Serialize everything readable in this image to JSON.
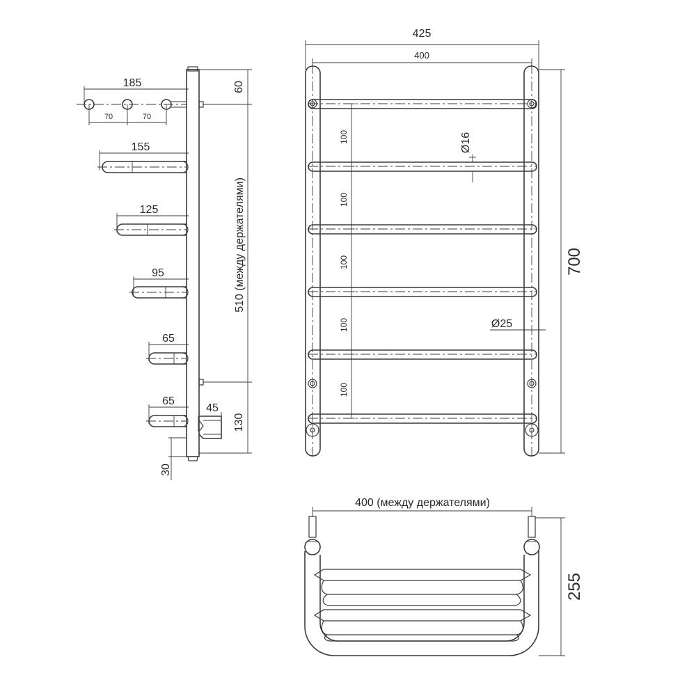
{
  "side_view": {
    "dims_left": [
      "185",
      "155",
      "125",
      "95",
      "65",
      "65"
    ],
    "spacing": [
      "70",
      "70"
    ],
    "top": "60",
    "holders": "510 (между держателями)",
    "bracket": "45",
    "bottom": "130",
    "foot": "30"
  },
  "front_view": {
    "overall_width": "425",
    "inner_width": "400",
    "step": [
      "100",
      "100",
      "100",
      "100",
      "100"
    ],
    "bar_diameter": "Ø16",
    "post_diameter": "Ø25",
    "height": "700"
  },
  "top_view": {
    "width": "400 (между держателями)",
    "depth": "255"
  }
}
